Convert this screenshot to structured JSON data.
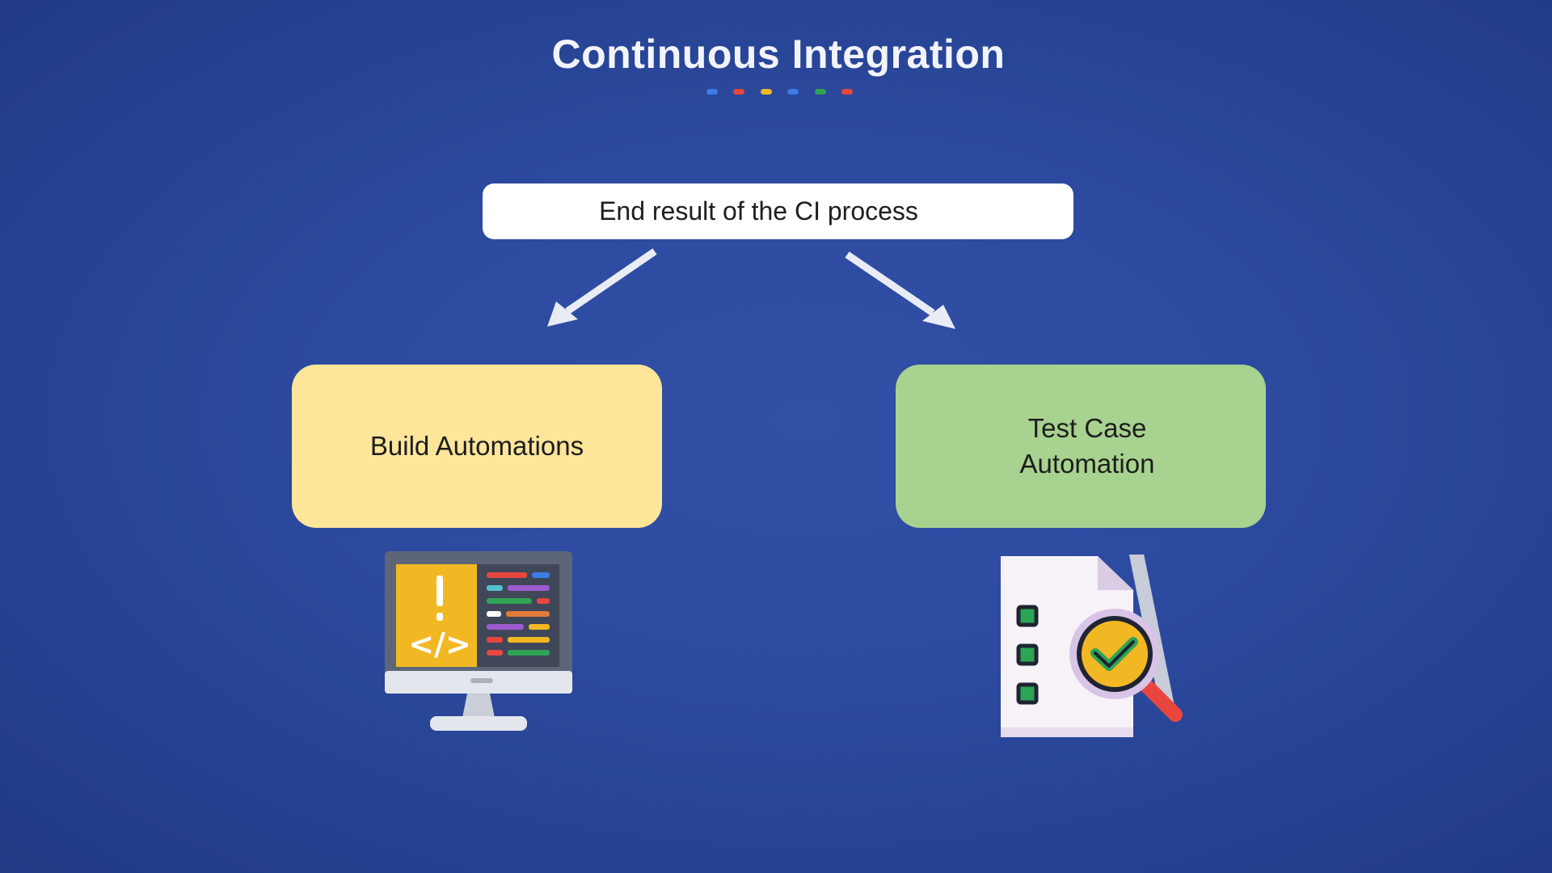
{
  "slide": {
    "title": "Continuous Integration",
    "accent_dots": [
      "#3d7be8",
      "#e8463f",
      "#f2b824",
      "#3d7be8",
      "#2ea456",
      "#e8463f"
    ]
  },
  "diagram": {
    "top_box": {
      "label": "End result of the CI process"
    },
    "left_card": {
      "label": "Build Automations",
      "color": "#fde59a",
      "icon": "code-monitor-icon"
    },
    "right_card": {
      "label": "Test Case Automation",
      "color": "#a8d28f",
      "icon": "test-checklist-icon"
    }
  }
}
